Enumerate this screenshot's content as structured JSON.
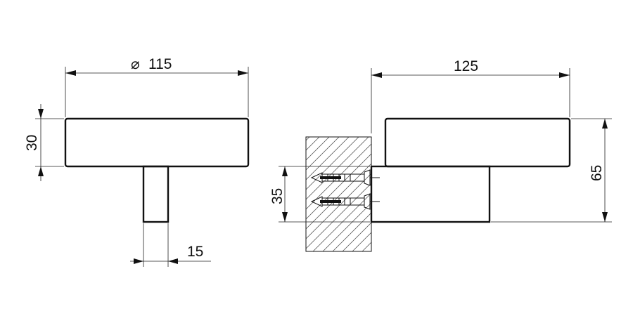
{
  "front_view": {
    "diameter_symbol": "⌀",
    "diameter_value": "115",
    "height_value": "30",
    "stem_width_value": "15"
  },
  "side_view": {
    "length_value": "125",
    "total_height_value": "65",
    "wall_plate_height_value": "35"
  },
  "colors": {
    "line": "#111111",
    "hatch": "#444444"
  }
}
